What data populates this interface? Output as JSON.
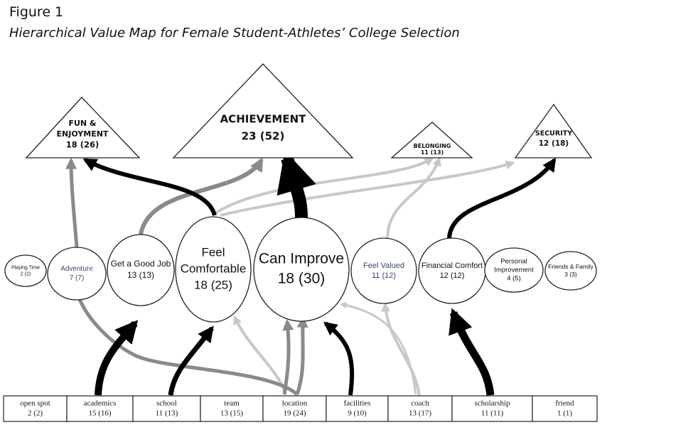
{
  "figure": {
    "label": "Figure 1",
    "title": "Hierarchical Value Map for Female Student-Athletes’ College Selection"
  },
  "values": [
    {
      "id": "fun",
      "lines": [
        "FUN &",
        "ENJOYMENT",
        "18 (26)"
      ]
    },
    {
      "id": "achievement",
      "lines": [
        "ACHIEVEMENT",
        "23 (52)"
      ]
    },
    {
      "id": "belonging",
      "lines": [
        "BELONGING",
        "11 (13)"
      ]
    },
    {
      "id": "security",
      "lines": [
        "SECURITY",
        "12 (18)"
      ]
    }
  ],
  "consequences": [
    {
      "id": "playing-time",
      "lines": [
        "Playing Time",
        "2 (2)"
      ]
    },
    {
      "id": "adventure",
      "lines": [
        "Adventure",
        "7 (7)"
      ]
    },
    {
      "id": "good-job",
      "lines": [
        "Get a Good Job",
        "13 (13)"
      ]
    },
    {
      "id": "feel-comfortable",
      "lines": [
        "Feel",
        "Comfortable",
        "18 (25)"
      ]
    },
    {
      "id": "can-improve",
      "lines": [
        "Can Improve",
        "18 (30)"
      ]
    },
    {
      "id": "feel-valued",
      "lines": [
        "Feel Valued",
        "11 (12)"
      ]
    },
    {
      "id": "financial-comfort",
      "lines": [
        "Financial Comfort",
        "12 (12)"
      ]
    },
    {
      "id": "personal-improvement",
      "lines": [
        "Personal",
        "Improvement",
        "4 (5)"
      ]
    },
    {
      "id": "friends-family",
      "lines": [
        "Friends & Family",
        "3 (3)"
      ]
    }
  ],
  "attributes": [
    {
      "id": "open-spot",
      "lines": [
        "open spot",
        "2 (2)"
      ]
    },
    {
      "id": "academics",
      "lines": [
        "academics",
        "15 (16)"
      ]
    },
    {
      "id": "school",
      "lines": [
        "school",
        "11 (13)"
      ]
    },
    {
      "id": "team",
      "lines": [
        "team",
        "13 (15)"
      ]
    },
    {
      "id": "location",
      "lines": [
        "location",
        "19 (24)"
      ]
    },
    {
      "id": "facilities",
      "lines": [
        "facilities",
        "9 (10)"
      ]
    },
    {
      "id": "coach",
      "lines": [
        "coach",
        "13 (17)"
      ]
    },
    {
      "id": "scholarship",
      "lines": [
        "scholarship",
        "11 (11)"
      ]
    },
    {
      "id": "friend",
      "lines": [
        "friend",
        "1 (1)"
      ]
    }
  ],
  "colors": {
    "strong": "#000000",
    "medium": "#8a8a8a",
    "weak": "#c8c8c8",
    "node_stroke": "#222222",
    "blue_text": "#3a4a6a"
  }
}
